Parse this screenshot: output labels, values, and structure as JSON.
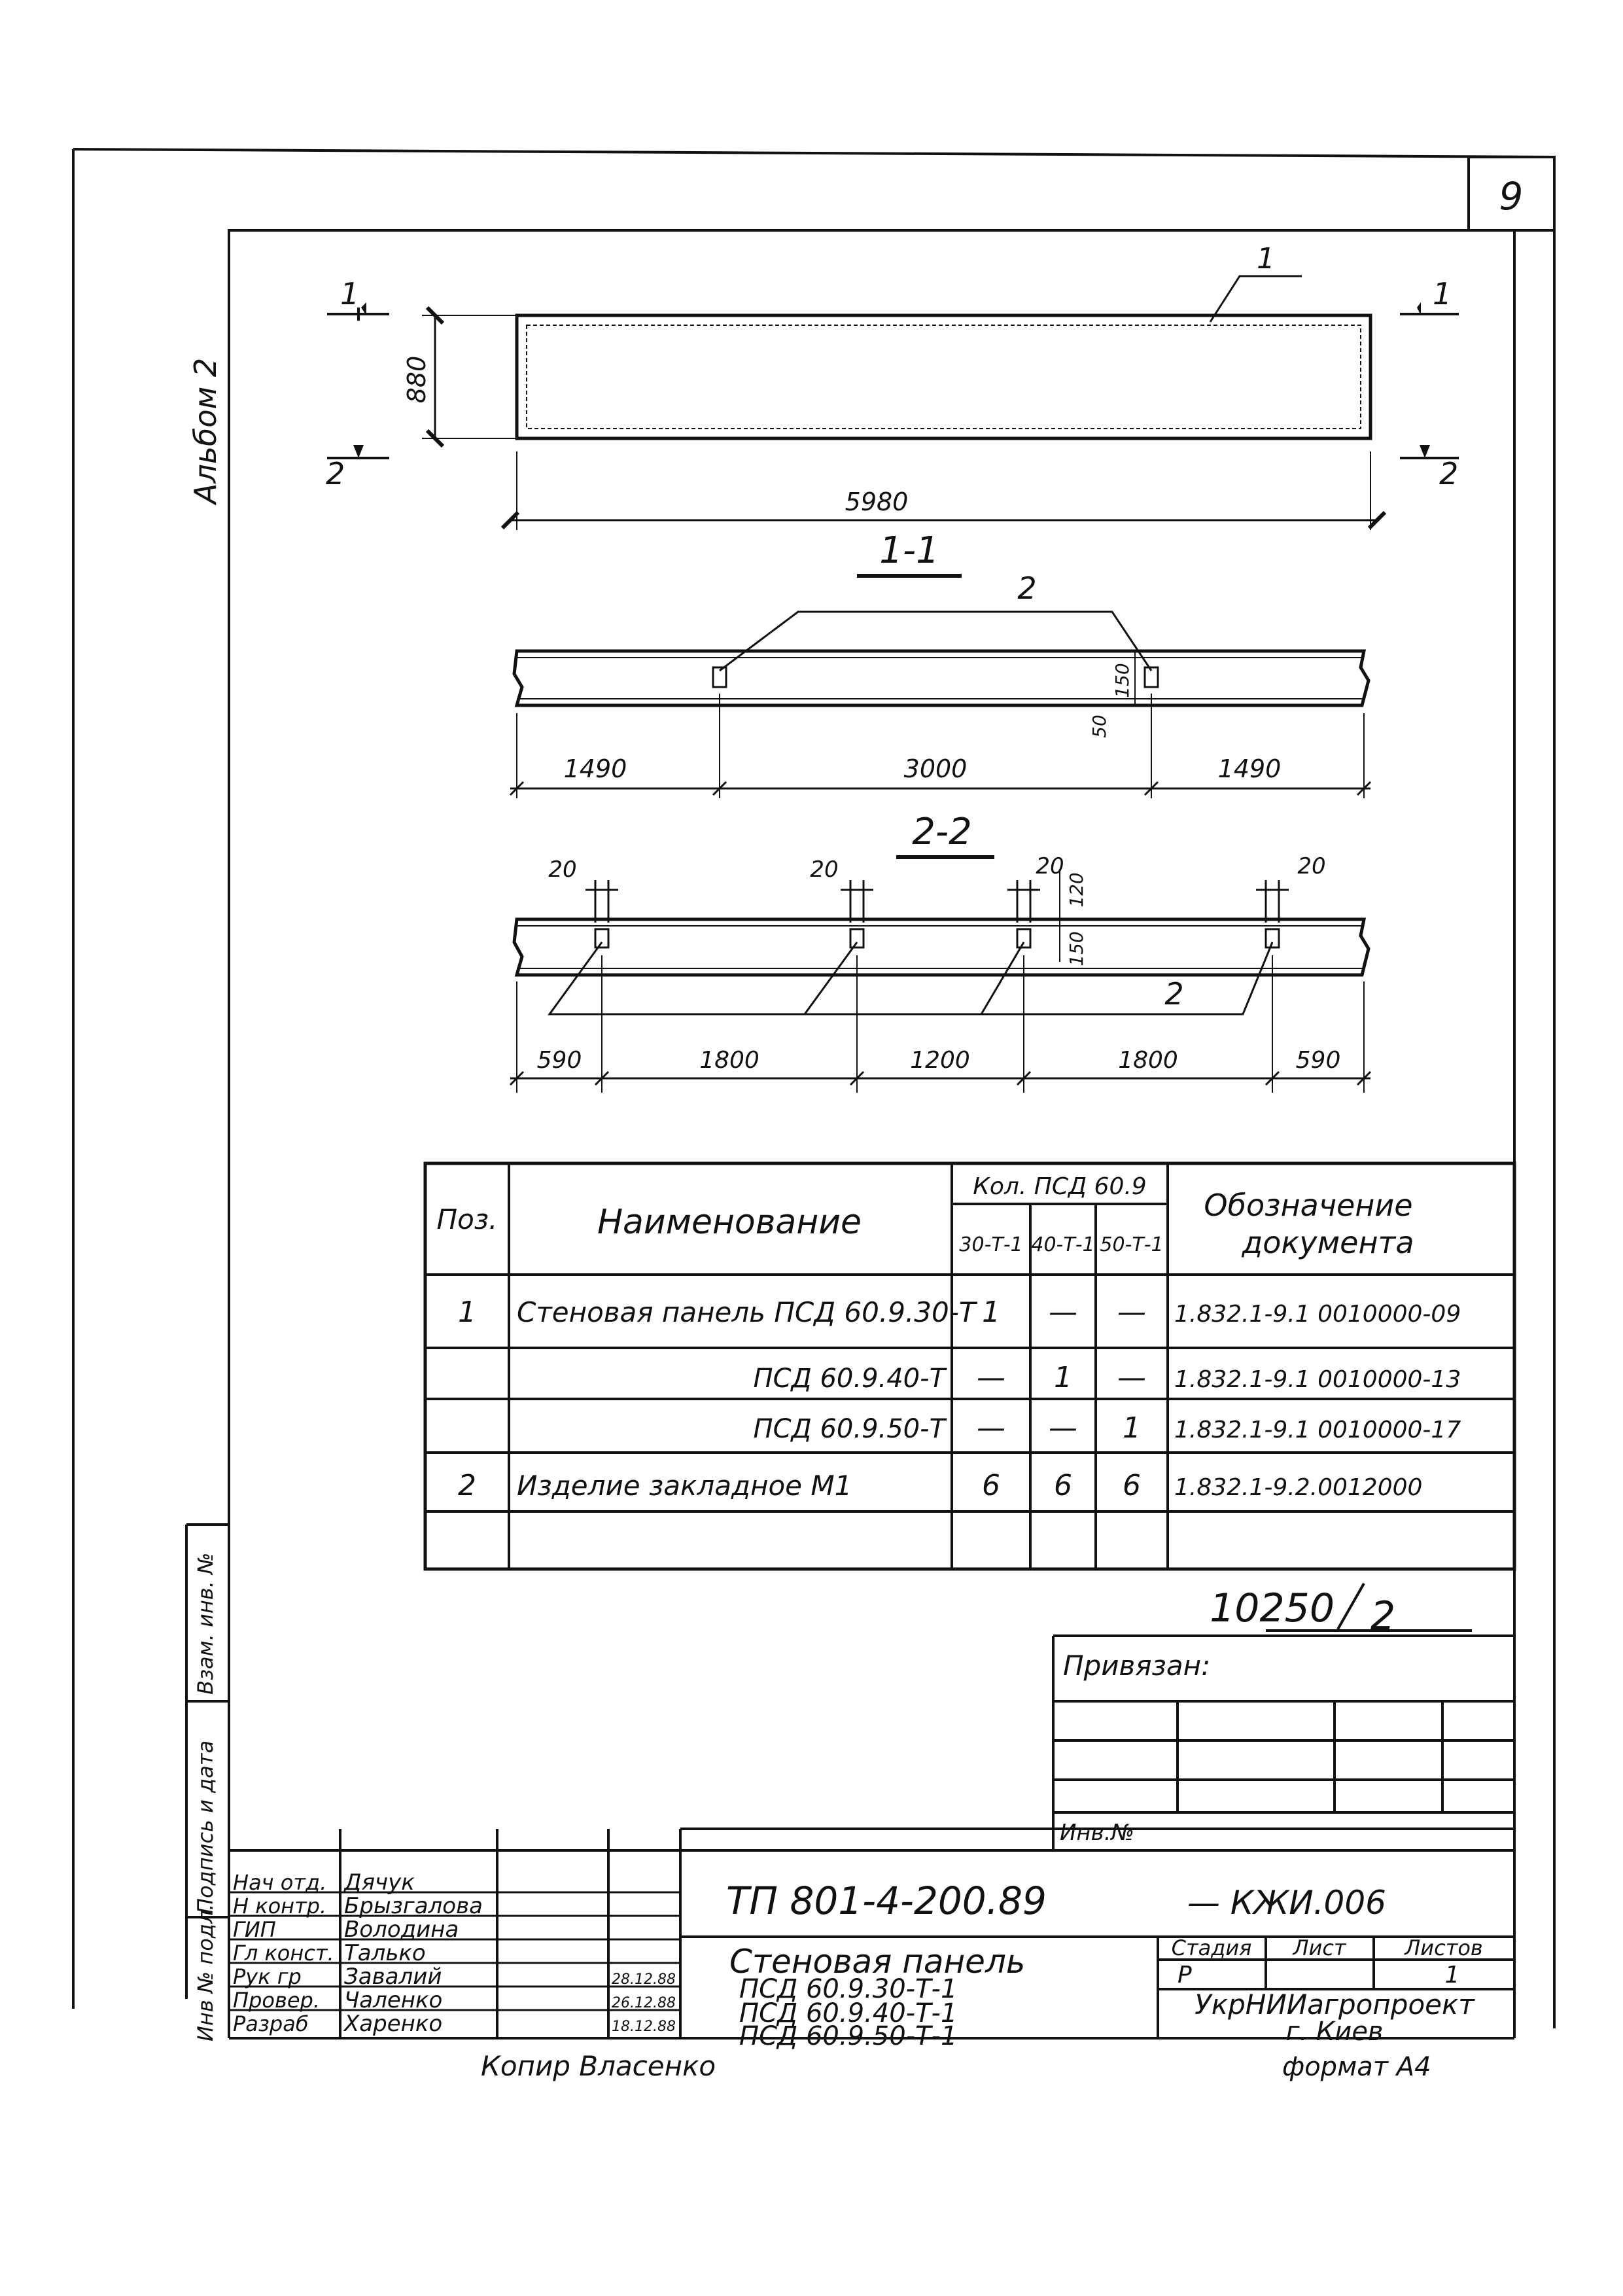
{
  "sheet_number": "9",
  "album_label": "Альбом 2",
  "plan": {
    "cut_left_top": "1",
    "cut_right_top": "1",
    "cut_left_bottom": "2",
    "cut_right_bottom": "2",
    "height_dim": "880",
    "length_dim": "5980",
    "callout": "1"
  },
  "section_1_1": {
    "title": "1-1",
    "callout": "2",
    "dims": [
      "1490",
      "3000",
      "1490"
    ],
    "dim_150": "150",
    "dim_50": "50"
  },
  "section_2_2": {
    "title": "2-2",
    "callout": "2",
    "gaps": [
      "20",
      "20",
      "20",
      "20"
    ],
    "dims": [
      "590",
      "1800",
      "1200",
      "1800",
      "590"
    ],
    "dim_120": "120",
    "dim_150": "150"
  },
  "spec_table": {
    "headers": {
      "pos": "Поз.",
      "name": "Наименование",
      "qty": "Кол. ПСД 60.9",
      "qty_cols": [
        "30-Т-1",
        "40-Т-1",
        "50-Т-1"
      ],
      "doc_line1": "Обозначение",
      "doc_line2": "документа"
    },
    "rows": [
      {
        "pos": "1",
        "name": "Стеновая панель ПСД 60.9.30-Т",
        "align": "left",
        "q1": "1",
        "q2": "—",
        "q3": "—",
        "doc": "1.832.1-9.1 0010000-09"
      },
      {
        "pos": "",
        "name": "ПСД 60.9.40-Т",
        "align": "right",
        "q1": "—",
        "q2": "1",
        "q3": "—",
        "doc": "1.832.1-9.1 0010000-13"
      },
      {
        "pos": "",
        "name": "ПСД 60.9.50-Т",
        "align": "right",
        "q1": "—",
        "q2": "—",
        "q3": "1",
        "doc": "1.832.1-9.1 0010000-17"
      },
      {
        "pos": "2",
        "name": "Изделие закладное   М1",
        "align": "left",
        "q1": "6",
        "q2": "6",
        "q3": "6",
        "doc": "1.832.1-9.2.0012000"
      },
      {
        "pos": "",
        "name": "",
        "align": "left",
        "q1": "",
        "q2": "",
        "q3": "",
        "doc": ""
      }
    ]
  },
  "project_number": "10250",
  "project_suffix": "2",
  "binding": {
    "label": "Привязан:",
    "inv_label": "Инв.№"
  },
  "side_labels": {
    "inv_orig": "Инв № подл.",
    "sign_date": "Подпись и дата",
    "inv_repl": "Взам. инв. №"
  },
  "title_block": {
    "staff": [
      {
        "role": "Нач отд.",
        "name": "Дячук",
        "date": ""
      },
      {
        "role": "Н контр.",
        "name": "Брызгалова",
        "date": ""
      },
      {
        "role": "ГИП",
        "name": "Володина",
        "date": ""
      },
      {
        "role": "Гл конст.",
        "name": "Талько",
        "date": ""
      },
      {
        "role": "Рук гр",
        "name": "Завалий",
        "date": "28.12.88"
      },
      {
        "role": "Провер.",
        "name": "Чаленко",
        "date": "26.12.88"
      },
      {
        "role": "Разраб",
        "name": "Харенко",
        "date": "18.12.88"
      }
    ],
    "doc_code": "ТП 801-4-200.89",
    "doc_suffix": "— КЖИ.006",
    "title": "Стеновая панель",
    "products": [
      "ПСД 60.9.30-Т-1",
      "ПСД 60.9.40-Т-1",
      "ПСД 60.9.50-Т-1"
    ],
    "stage_label": "Стадия",
    "sheet_label": "Лист",
    "sheets_label": "Листов",
    "stage": "Р",
    "sheet": "",
    "sheets": "1",
    "org": "УкрНИИагропроект",
    "city": "г. Киев"
  },
  "copied_by": "Копир   Власенко",
  "format": "формат А4"
}
